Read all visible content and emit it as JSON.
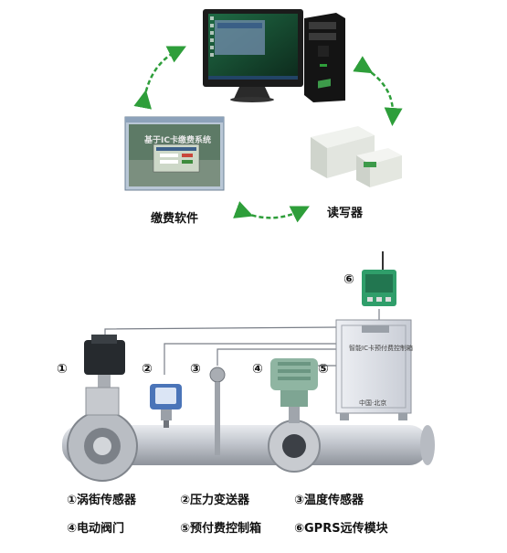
{
  "top": {
    "software_label": "缴费软件",
    "reader_label": "读写器",
    "software_screen_title": "基于IC卡缴费系统"
  },
  "field": {
    "numbers": [
      "①",
      "②",
      "③",
      "④",
      "⑤",
      "⑥"
    ],
    "cabinet_title": "智能IC卡预付费控制箱",
    "cabinet_footer": "中国·北京"
  },
  "legend": {
    "items": [
      "①涡街传感器",
      "②压力变送器",
      "③温度传感器",
      "④电动阀门",
      "⑤预付费控制箱",
      "⑥GPRS远传模块"
    ]
  },
  "colors": {
    "arrow_green": "#2e9e3a",
    "pipe": "#c9ccd2",
    "cabinet": "#d9dce4"
  }
}
